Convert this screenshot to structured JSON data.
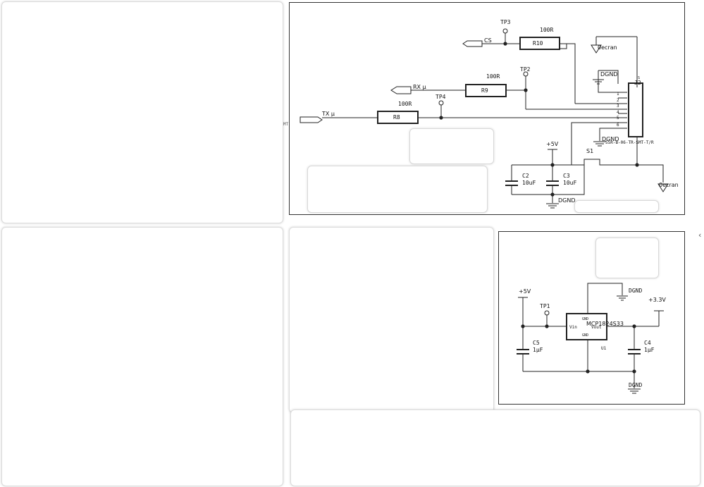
{
  "top_schematic": {
    "nets": {
      "cs": "CS",
      "rx": "RX µ",
      "tx": "TX µ",
      "ecran_top": "0ecran",
      "ecran_bottom": "0ecran",
      "dgnd_1": "DGND",
      "dgnd_2": "DGND",
      "dgnd_3": "DGND",
      "plus5v": "+5V"
    },
    "resistors": {
      "r10": {
        "ref": "R10",
        "value": "100R"
      },
      "r9": {
        "ref": "R9",
        "value": "100R"
      },
      "r8": {
        "ref": "R8",
        "value": "100R"
      }
    },
    "testpoints": {
      "tp3": "TP3",
      "tp2": "TP2",
      "tp4": "TP4"
    },
    "connector": {
      "ref": "J2",
      "part": "SSR-B-06-TR-SMT-T/R",
      "pins": [
        "1",
        "2",
        "3",
        "4",
        "5",
        "6"
      ],
      "shield_top": "S",
      "shield_bottom": "S1"
    },
    "capacitors": {
      "c2": {
        "ref": "C2",
        "value": "10uF"
      },
      "c3": {
        "ref": "C3",
        "value": "10uF"
      }
    },
    "left_edge_mark": "MT"
  },
  "regulator_schematic": {
    "nets": {
      "plus5v": "+5V",
      "plus33v": "+3.3V",
      "dgnd_top": "DGND",
      "dgnd_bottom": "DGND"
    },
    "testpoint": "TP1",
    "ic": {
      "part": "MCP1824S33",
      "ref": "U1",
      "pin_gnd_top": "GND",
      "pin_vin": "Vin",
      "pin_vout": "Vout",
      "pin_gnd_bottom": "GND"
    },
    "capacitors": {
      "c5": {
        "ref": "C5",
        "value": "1µF"
      },
      "c4": {
        "ref": "C4",
        "value": "1µF"
      }
    }
  },
  "colors": {
    "wire": "#222222",
    "sheet_border": "#333333",
    "card_border": "#dcdcdc"
  }
}
